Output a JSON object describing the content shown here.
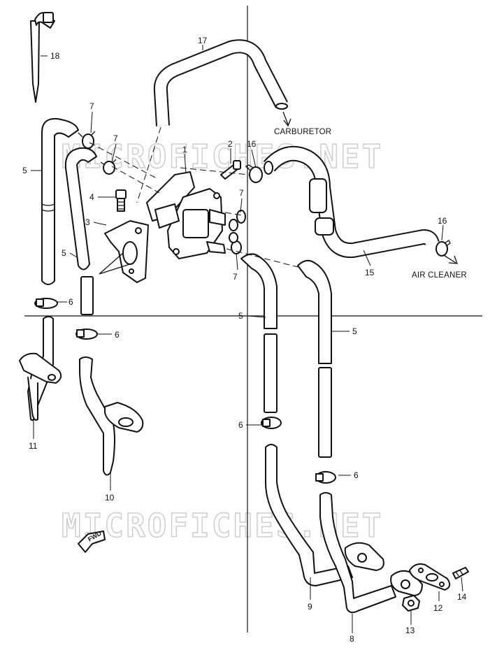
{
  "watermark": "MICROFICHES.NET",
  "destinations": {
    "carburetor": "CARBURETOR",
    "air_cleaner": "AIR CLEANER"
  },
  "direction_marker": "FWD",
  "callouts": {
    "c1": "1",
    "c2": "2",
    "c3": "3",
    "c4": "4",
    "c5a": "5",
    "c5b": "5",
    "c5c": "5",
    "c5d": "5",
    "c6a": "6",
    "c6b": "6",
    "c6c": "6",
    "c6d": "6",
    "c7a": "7",
    "c7b": "7",
    "c7c": "7",
    "c7d": "7",
    "c8": "8",
    "c9": "9",
    "c10": "10",
    "c11": "11",
    "c12": "12",
    "c13": "13",
    "c14": "14",
    "c15": "15",
    "c16a": "16",
    "c16b": "16",
    "c17": "17",
    "c18": "18"
  }
}
